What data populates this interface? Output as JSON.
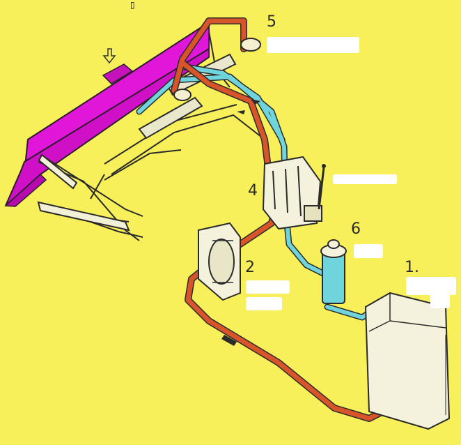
{
  "top_marker": "▯",
  "labels": {
    "pump": "2",
    "valve": "4",
    "cylinder": "5",
    "filter": "6",
    "tank": "1."
  },
  "colors": {
    "background": "#f7f05a",
    "blade": "#e016d8",
    "pressure_line": "#d8552c",
    "return_line": "#6fd4dc",
    "label_blank": "#ffffff"
  }
}
